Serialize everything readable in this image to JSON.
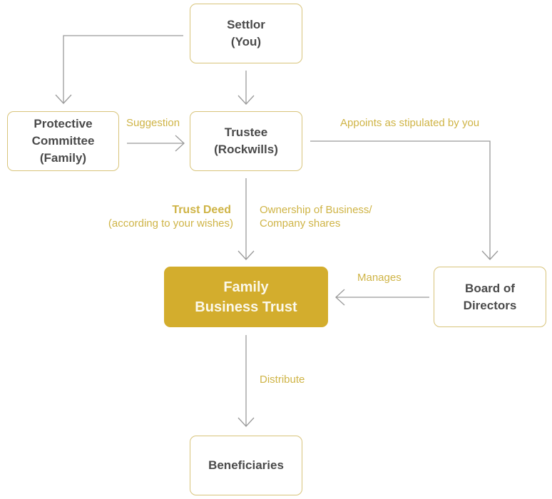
{
  "diagram": {
    "colors": {
      "accent": "#d3ad2d",
      "label_text": "#cfb446",
      "node_border": "#d8c47a",
      "node_text": "#4a4a4a",
      "connector": "#9a9a9a"
    },
    "nodes": {
      "settlor": {
        "line1": "Settlor",
        "line2": "(You)"
      },
      "protective": {
        "line1": "Protective",
        "line2": "Committee",
        "line3": "(Family)"
      },
      "trustee": {
        "line1": "Trustee",
        "line2": "(Rockwills)"
      },
      "family_trust": {
        "line1": "Family",
        "line2": "Business Trust"
      },
      "board": {
        "line1": "Board of",
        "line2": "Directors"
      },
      "beneficiaries": {
        "line1": "Beneficiaries"
      }
    },
    "edges": [
      {
        "from": "Settlor",
        "to": "Protective Committee",
        "label": ""
      },
      {
        "from": "Settlor",
        "to": "Trustee",
        "label": ""
      },
      {
        "from": "Protective Committee",
        "to": "Trustee",
        "label": "Suggestion"
      },
      {
        "from": "Trustee",
        "to": "Board of Directors",
        "label": "Appoints as stipulated by you"
      },
      {
        "from": "Trustee",
        "to": "Family Business Trust",
        "label": "Trust Deed / Ownership of Business/ Company shares"
      },
      {
        "from": "Board of Directors",
        "to": "Family Business Trust",
        "label": "Manages"
      },
      {
        "from": "Family Business Trust",
        "to": "Beneficiaries",
        "label": "Distribute"
      }
    ],
    "labels": {
      "suggestion": "Suggestion",
      "appoints": "Appoints as stipulated by you",
      "trust_deed_title": "Trust Deed",
      "trust_deed_sub": "(according to your wishes)",
      "ownership_line1": "Ownership of Business/",
      "ownership_line2": "Company shares",
      "manages": "Manages",
      "distribute": "Distribute"
    }
  }
}
